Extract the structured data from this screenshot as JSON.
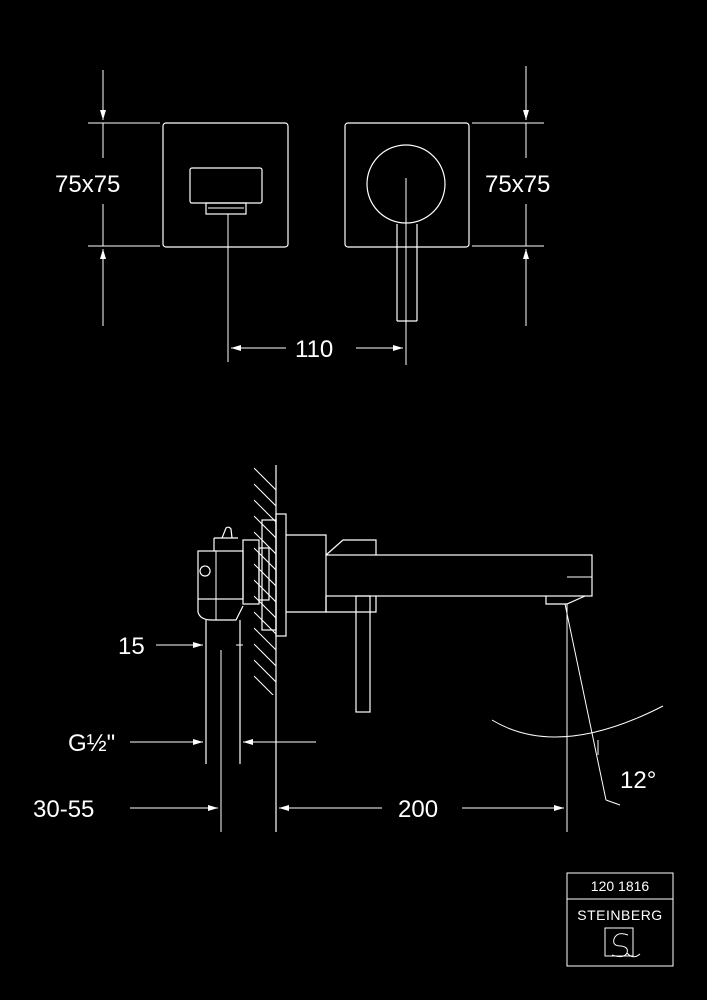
{
  "colors": {
    "background": "#000000",
    "lines": "#ffffff",
    "text": "#ffffff"
  },
  "top_view": {
    "left_plate_size": "75x75",
    "right_plate_size": "75x75",
    "spacing": "110"
  },
  "side_view": {
    "outlet_diameter": "15",
    "thread": "G½\"",
    "wall_depth_range": "30-55",
    "spout_projection": "200",
    "spray_angle": "12°"
  },
  "title_block": {
    "article_number": "120 1816",
    "brand": "STEINBERG",
    "logo_icon": "steinberg-logo-icon"
  }
}
